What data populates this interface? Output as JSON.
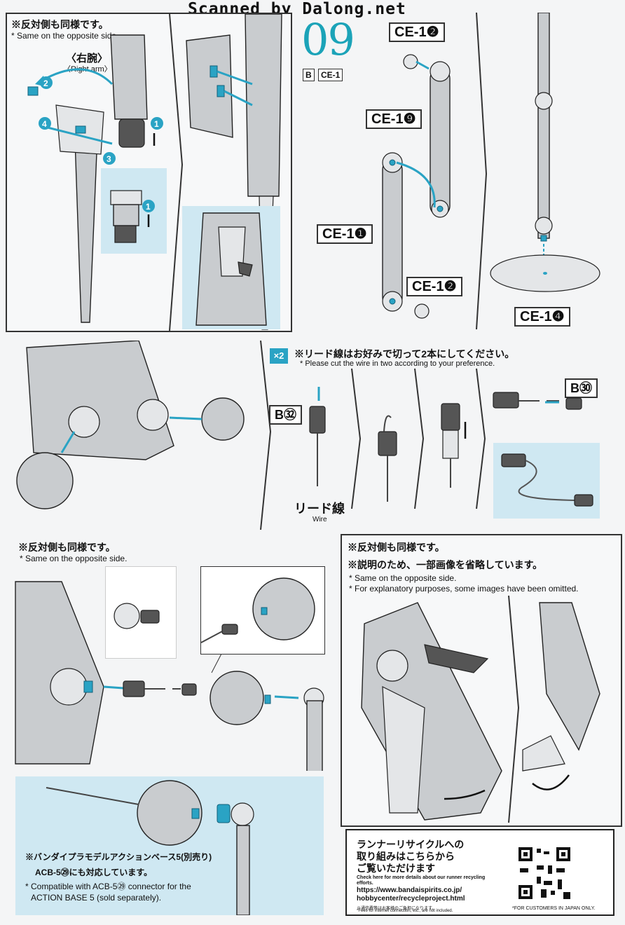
{
  "watermark": "Scanned by Dalong.net",
  "step": "09",
  "panel_top_left": {
    "note_jp": "※反対側も同様です。",
    "note_en": "* Same on the opposite side.",
    "part_jp": "〈右腕〉",
    "part_en": "〈Right arm〉",
    "steps": [
      "1",
      "2",
      "3",
      "4",
      "1"
    ]
  },
  "stand": {
    "sheet_b": "B",
    "sheet_ce": "CE-1",
    "labels": [
      "CE-1❷",
      "CE-1❾",
      "CE-1❶",
      "CE-1❷",
      "CE-1❹"
    ]
  },
  "wire": {
    "multiplier": "×2",
    "note_jp": "※リード線はお好みで切って2本にしてください。",
    "note_en": "* Please cut the wire in two according to your preference.",
    "b32": "B㉜",
    "b30": "B㉚",
    "wire_jp": "リード線",
    "wire_en": "Wire"
  },
  "panel_bottom_left": {
    "note_jp": "※反対側も同様です。",
    "note_en": "* Same on the opposite side.",
    "compat_jp_1": "※バンダイプラモデルアクションベース5(別売り)",
    "compat_jp_2": "ACB-5㉙にも対応しています。",
    "compat_en_1": "* Compatible with ACB-5㉙ connector for the",
    "compat_en_2": "ACTION BASE 5 (sold separately)."
  },
  "panel_bottom_right": {
    "note_jp_1": "※反対側も同様です。",
    "note_jp_2": "※説明のため、一部画像を省略しています。",
    "note_en_1": "* Same on the opposite side.",
    "note_en_2": "* For explanatory purposes, some images have been omitted."
  },
  "recycle": {
    "jp_1": "ランナーリサイクルへの",
    "jp_2": "取り組みはこちらから",
    "jp_3": "ご覧いただけます",
    "en": "Check here for more details about our runner recycling efforts.",
    "url_1": "https://www.bandaispirits.co.jp/",
    "url_2": "hobbycenter/recycleproject.html",
    "fee_note": "※通信費等はお客様のご負担になります。",
    "fee_note_en": "*Fees for internet connection, etc., are not included.",
    "japan_only": "*FOR CUSTOMERS IN JAPAN ONLY."
  },
  "colors": {
    "accent": "#2aa3c4",
    "step_number": "#1ba3b8",
    "inset_bg": "#cfe8f2"
  }
}
